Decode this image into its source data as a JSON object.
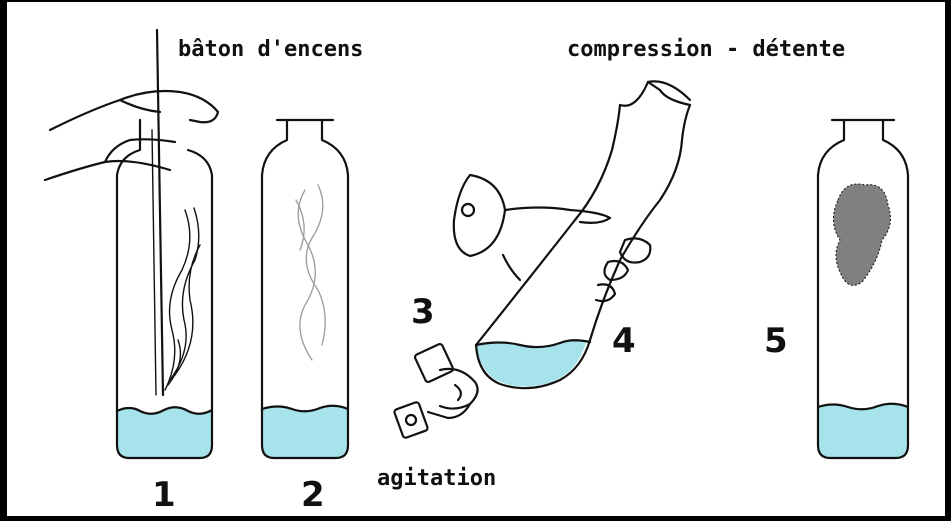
{
  "labels": {
    "incense_stick": "bâton d'encens",
    "compression": "compression - détente",
    "agitation": "agitation"
  },
  "steps": [
    "1",
    "2",
    "3",
    "4",
    "5"
  ],
  "colors": {
    "water": "#a6e3ea",
    "outline": "#111111",
    "background": "#000000",
    "panel": "#ffffff",
    "cloud": "#555555"
  }
}
